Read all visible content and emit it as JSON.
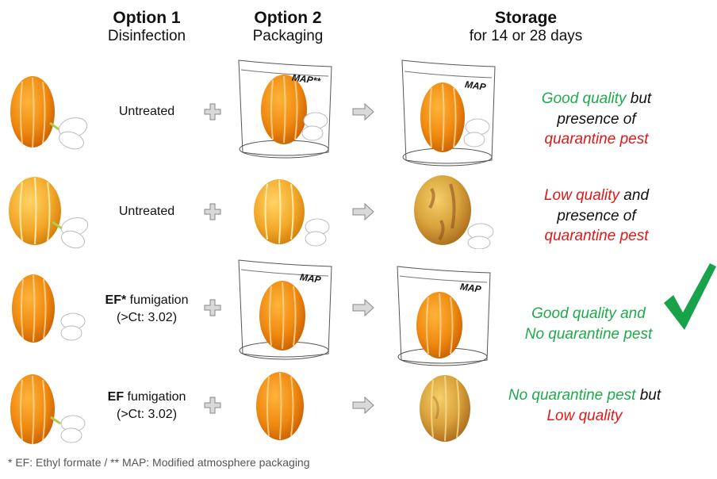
{
  "headers": {
    "option1": {
      "title": "Option 1",
      "subtitle": "Disinfection"
    },
    "option2": {
      "title": "Option 2",
      "subtitle": "Packaging"
    },
    "storage": {
      "title": "Storage",
      "subtitle": "for 14 or 28 days"
    }
  },
  "rows": [
    {
      "treatment": "Untreated",
      "packaging_label": "MAP**",
      "storage_label": "MAP",
      "result": [
        {
          "text": "Good quality",
          "color": "#1faa4b"
        },
        {
          "text": " but",
          "color": "#111111"
        },
        {
          "text": "presence of",
          "color": "#111111"
        },
        {
          "text": "quarantine pest",
          "color": "#e01818"
        }
      ]
    },
    {
      "treatment": "Untreated",
      "result": [
        {
          "text": "Low quality",
          "color": "#e01818"
        },
        {
          "text": " and",
          "color": "#111111"
        },
        {
          "text": "presence of",
          "color": "#111111"
        },
        {
          "text": "quarantine pest",
          "color": "#e01818"
        }
      ]
    },
    {
      "treatment_bold": "EF*",
      "treatment_rest": " fumigation",
      "treatment_line2": "(>Ct: 3.02)",
      "packaging_label": "MAP",
      "storage_label": "MAP",
      "result": [
        {
          "text": "Good quality and",
          "color": "#1faa4b"
        },
        {
          "text": "No quarantine pest",
          "color": "#1faa4b"
        }
      ]
    },
    {
      "treatment_bold": "EF",
      "treatment_rest": " fumigation",
      "treatment_line2": "(>Ct: 3.02)",
      "result": [
        {
          "text": "No quarantine pest",
          "color": "#1faa4b"
        },
        {
          "text": " but",
          "color": "#111111"
        },
        {
          "text": "Low quality",
          "color": "#e01818"
        }
      ]
    }
  ],
  "footnote": "*   EF: Ethyl formate  /   **  MAP: Modified atmosphere packaging",
  "colors": {
    "good": "#1faa4b",
    "bad": "#e01818",
    "melon": "#f08a10",
    "check": "#18a34a"
  }
}
